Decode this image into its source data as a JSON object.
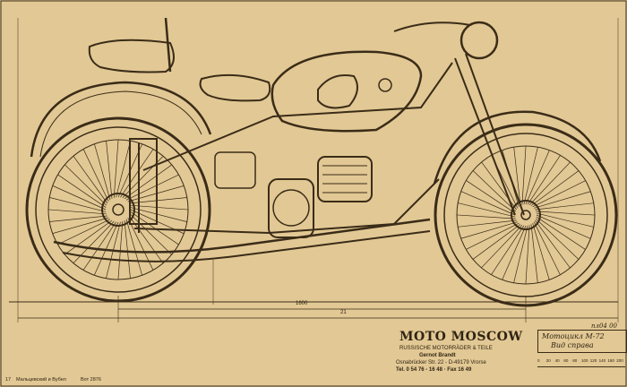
{
  "title_block": {
    "brand": "MOTO MOSCOW",
    "subtitle": "RUSSISCHE MOTORRÄDER & TEILE",
    "owner": "Gernot Brandt",
    "address": "Osnabrücker Str. 22 - D-49179 Vrorse",
    "phone": "Tel. 0 54 76 - 16 48 · Fax 16 49"
  },
  "model_label": {
    "line1": "Мотоцикл М-72",
    "line2": "Вид справа"
  },
  "dimensions": {
    "length": "1600",
    "total": "21"
  },
  "footer": {
    "page": "17",
    "left": "Мальцевский и Вубел",
    "mid": "Вот 2876"
  },
  "scale_marks": [
    "0",
    "20",
    "40",
    "60",
    "80",
    "100",
    "120",
    "140",
    "160",
    "200"
  ],
  "drawing_ref": "пл04 00",
  "colors": {
    "paper": "#e2c894",
    "ink": "#3a2c18"
  }
}
